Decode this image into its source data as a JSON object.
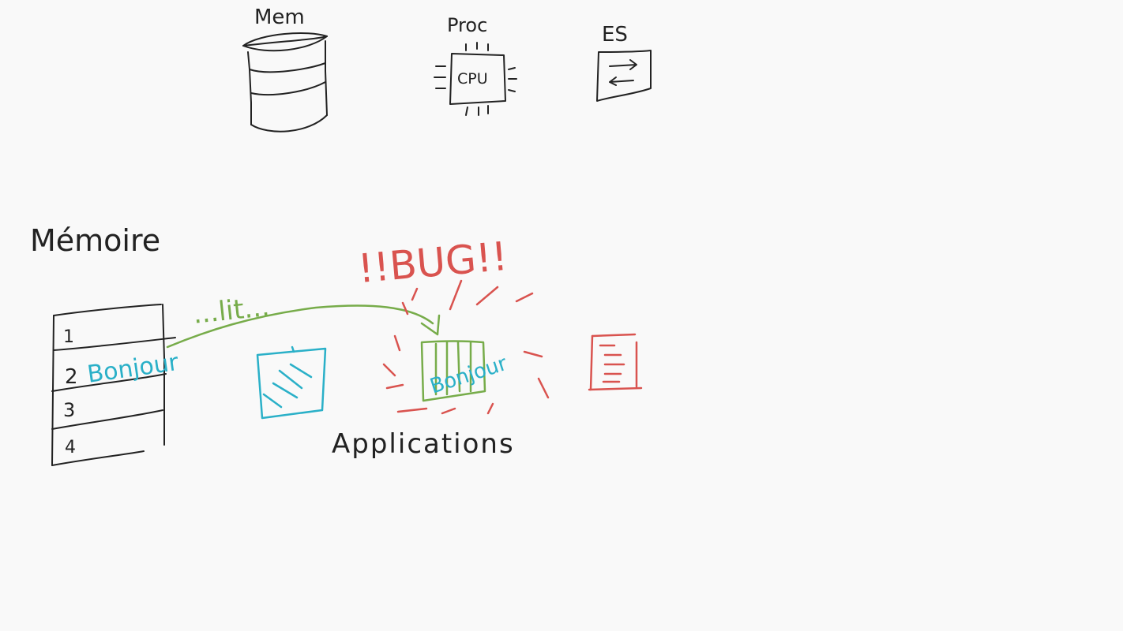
{
  "colors": {
    "ink": "#222222",
    "green": "#77ac4a",
    "cyan": "#2ab0c8",
    "red": "#d9534f",
    "background": "#f9f9f9"
  },
  "top_icons": {
    "memory_label": "Mem",
    "processor_label": "Proc",
    "cpu_chip_label": "CPU",
    "io_label": "ES"
  },
  "memory_section": {
    "title": "Mémoire",
    "rows": [
      "1",
      "2",
      "3",
      "4"
    ],
    "stored_word": "Bonjour"
  },
  "flow": {
    "arrow_label": "...lit...",
    "bug_label": "!!BUG!!",
    "app_word": "Bonjour"
  },
  "applications_label": "Applications",
  "icons": {
    "memory": "database-cylinder-icon",
    "processor": "cpu-chip-icon",
    "io": "input-output-arrows-icon",
    "app1": "cyan-hatched-window-icon",
    "app2": "green-striped-window-icon",
    "app3": "red-document-icon"
  }
}
